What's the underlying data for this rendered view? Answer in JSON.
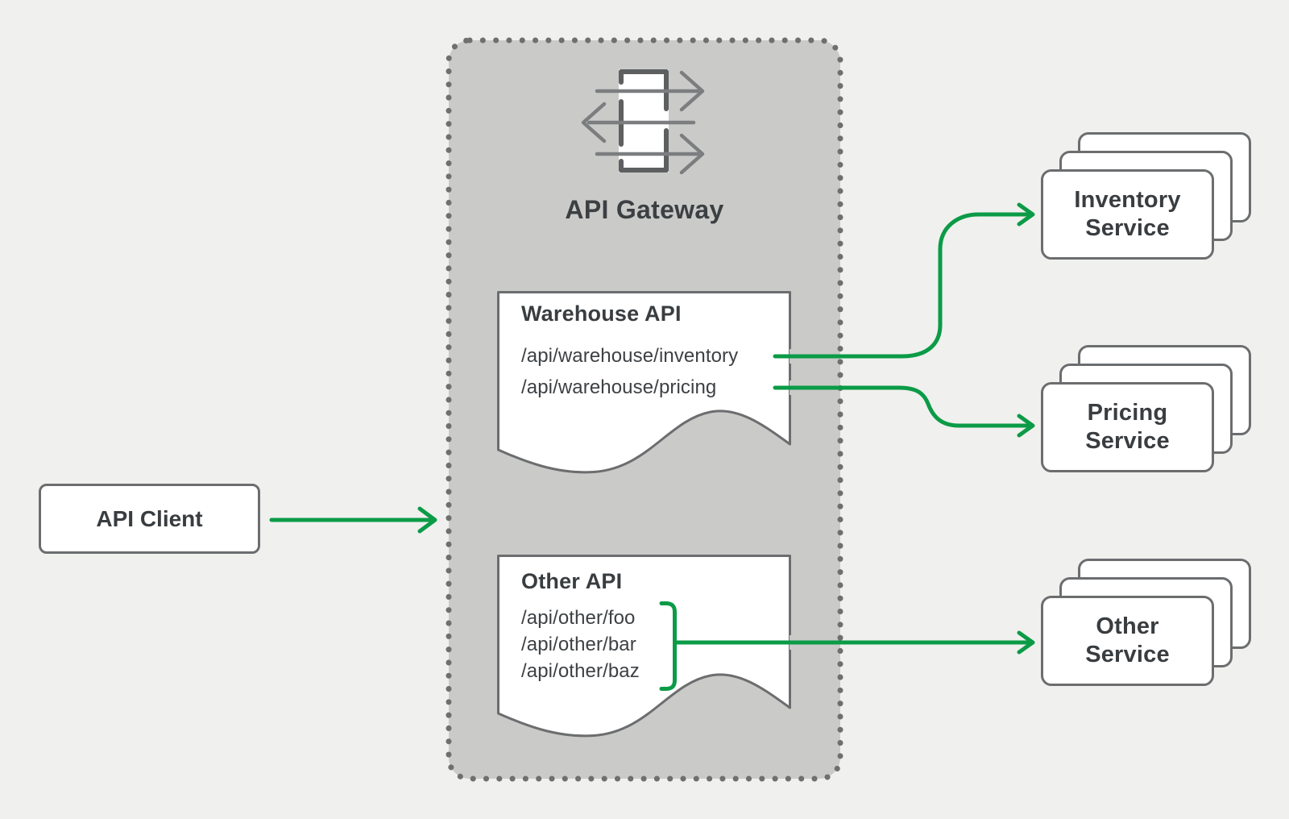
{
  "gateway": {
    "label": "API Gateway"
  },
  "client": {
    "label": "API Client"
  },
  "apis": [
    {
      "title": "Warehouse API",
      "routes": [
        "/api/warehouse/inventory",
        "/api/warehouse/pricing"
      ]
    },
    {
      "title": "Other API",
      "routes": [
        "/api/other/foo",
        "/api/other/bar",
        "/api/other/baz"
      ]
    }
  ],
  "services": [
    {
      "label": "Inventory Service"
    },
    {
      "label": "Pricing Service"
    },
    {
      "label": "Other Service"
    }
  ],
  "connections": [
    {
      "from": "API Client",
      "to": "API Gateway"
    },
    {
      "from": "/api/warehouse/inventory",
      "to": "Inventory Service"
    },
    {
      "from": "/api/warehouse/pricing",
      "to": "Pricing Service"
    },
    {
      "from": "/api/other/foo /api/other/bar /api/other/baz",
      "to": "Other Service"
    }
  ],
  "icons": {
    "gateway_icon": "proxy-traffic-arrows-icon"
  },
  "colors": {
    "background": "#f0f0ee",
    "panel_fill": "#cacac8",
    "panel_dots": "#6f6f6f",
    "box_border": "#6b6d6f",
    "text": "#3d4144",
    "accent_green": "#0b9b47",
    "icon_arrow_gray": "#7b7d7f",
    "icon_dark_gray": "#5d5f61"
  }
}
